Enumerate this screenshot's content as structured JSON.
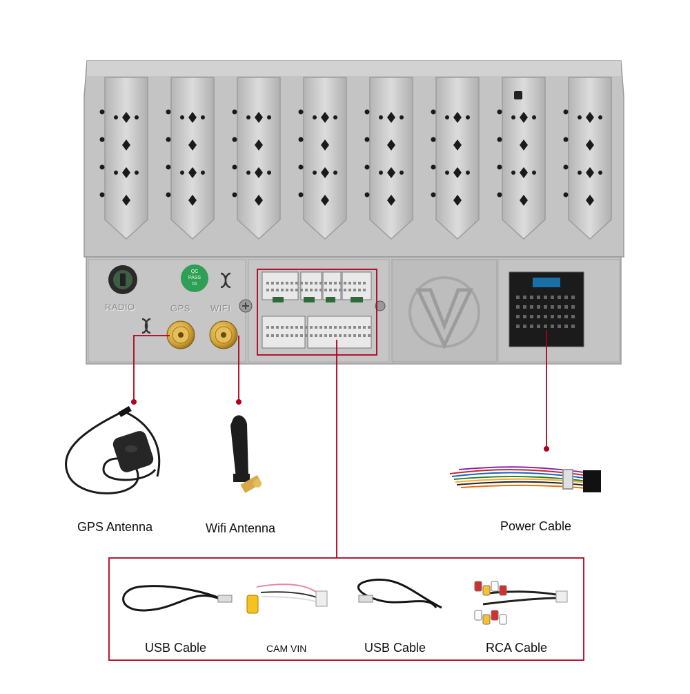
{
  "labels": {
    "gps_antenna": "GPS Antenna",
    "wifi_antenna": "Wifi Antenna",
    "power_cable": "Power Cable",
    "usb_cable_1": "USB Cable",
    "cam_vin": "CAM VIN",
    "usb_cable_2": "USB Cable",
    "rca_cable": "RCA Cable"
  },
  "port_markings": {
    "radio": "RADIO",
    "gps": "GPS",
    "wifi": "WIFI"
  },
  "qc_sticker": {
    "line1": "QC",
    "line2": "PASS",
    "line3": "01"
  },
  "colors": {
    "panel": "#c9c9c9",
    "panel_dark": "#a9a9a9",
    "callout_line": "#b0001e",
    "gold": "#d4a53a",
    "cable_black": "#1a1a1a"
  }
}
